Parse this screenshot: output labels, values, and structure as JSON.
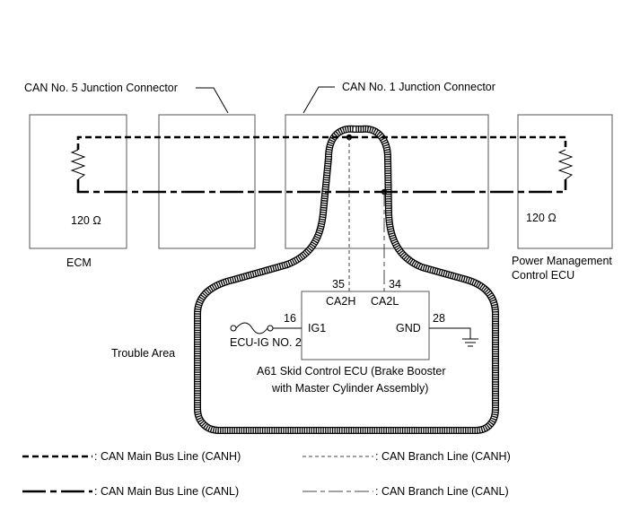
{
  "labels": {
    "can5_junction": "CAN No. 5 Junction Connector",
    "can1_junction": "CAN No. 1 Junction Connector",
    "ecm": "ECM",
    "ecm_resistor": "120 Ω",
    "pm_resistor": "120 Ω",
    "pm_ecu_line1": "Power Management",
    "pm_ecu_line2": "Control ECU",
    "trouble_area": "Trouble Area",
    "pin_35": "35",
    "pin_34": "34",
    "ca2h": "CA2H",
    "ca2l": "CA2L",
    "pin_16": "16",
    "ig1": "IG1",
    "gnd": "GND",
    "pin_28": "28",
    "fuse": "ECU-IG NO. 2",
    "skid_line1": "A61  Skid Control ECU (Brake Booster",
    "skid_line2": "with Master Cylinder Assembly)"
  },
  "legend": {
    "canh_main": ": CAN Main Bus Line (CANH)",
    "canh_branch": ": CAN Branch Line (CANH)",
    "canl_main": ": CAN Main Bus Line (CANL)",
    "canl_branch": ": CAN Branch Line (CANL)"
  }
}
